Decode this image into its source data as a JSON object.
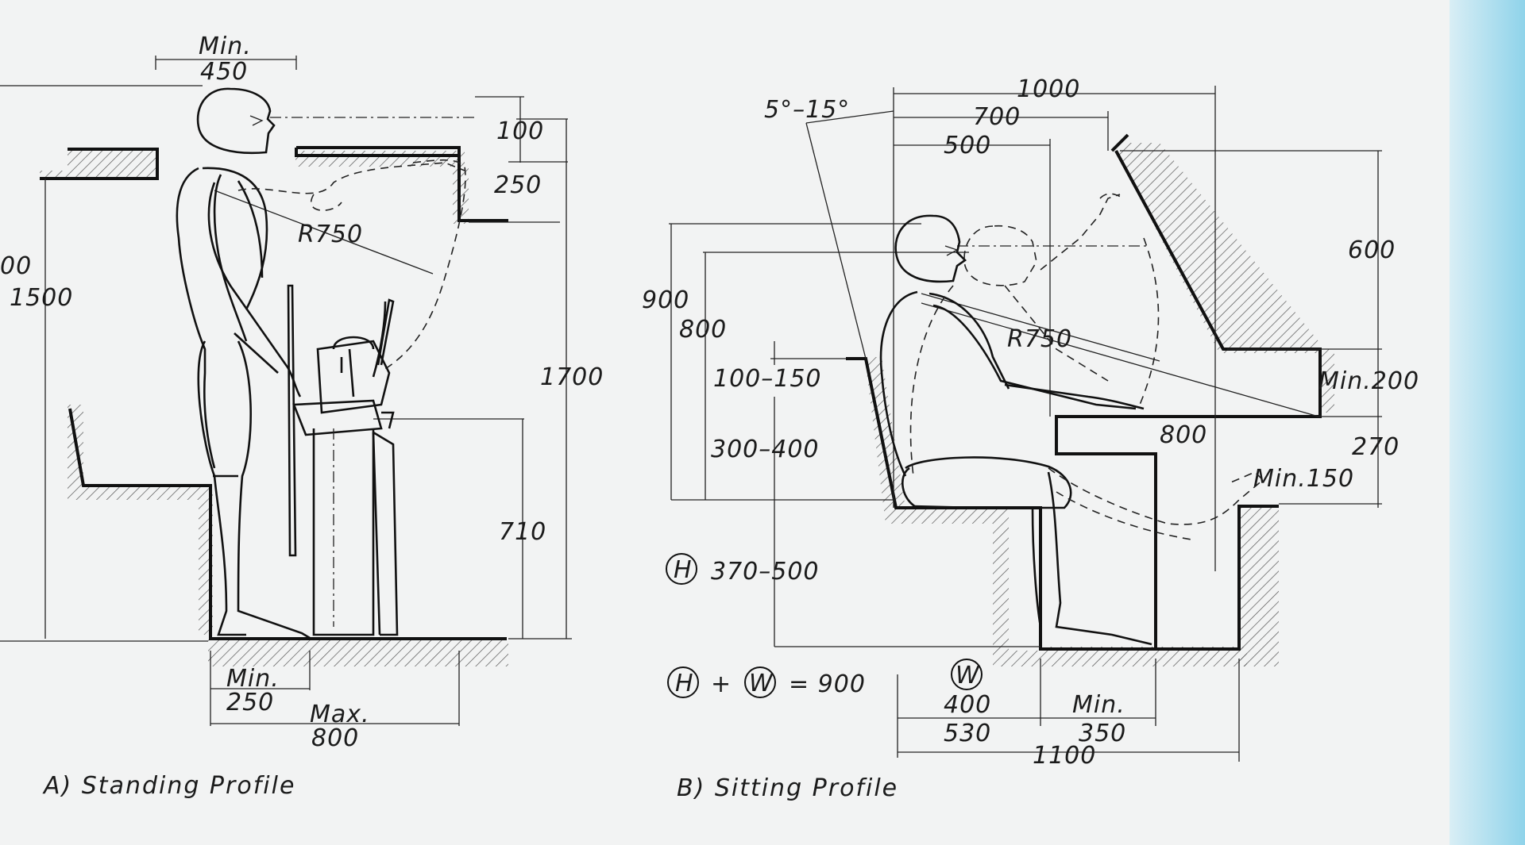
{
  "standing": {
    "caption": "A) Standing Profile",
    "min450_a": "Min.",
    "min450_b": "450",
    "d100": "100",
    "d250": "250",
    "r750": "R750",
    "d1500": "1500",
    "d1700": "1700",
    "d710": "710",
    "min250_a": "Min.",
    "min250_b": "250",
    "max800_a": "Max.",
    "max800_b": "800",
    "edge_cut": "00"
  },
  "sitting": {
    "caption": "B) Sitting Profile",
    "angle": "5°–15°",
    "d1000": "1000",
    "d700": "700",
    "d500": "500",
    "d600": "600",
    "d900": "900",
    "d800v": "800",
    "r750": "R750",
    "d100_150": "100–150",
    "d300_400": "300–400",
    "min200": "Min.200",
    "d800h": "800",
    "d270": "270",
    "min150": "Min.150",
    "h_range": "370–500",
    "formula_plus": "+",
    "formula_eq": "= 900",
    "h_symbol": "H",
    "w_symbol": "W",
    "w_values_a": "400",
    "w_values_b": "530",
    "min350_a": "Min.",
    "min350_b": "350",
    "d1100": "1100"
  },
  "colors": {
    "paper": "#f2f3f3",
    "ink": "#111111",
    "edge": "#a9dcec"
  }
}
